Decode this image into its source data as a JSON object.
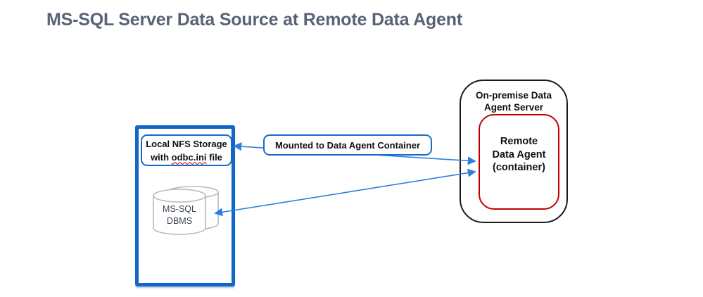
{
  "title": "MS-SQL Server Data Source at Remote Data Agent",
  "colors": {
    "title": "#5a6376",
    "box_blue": "#1266c6",
    "label_blue": "#1b6ac9",
    "arrow_blue": "#2f7de1",
    "red": "#c00000",
    "black": "#1a1a1a",
    "cylinder_stroke": "#b3bac4"
  },
  "nfs_box": {
    "line1": "Local NFS Storage",
    "line2_prefix": "with ",
    "line2_word": "odbc.ini",
    "line2_suffix": " file"
  },
  "dbms_cylinder": {
    "line1": "MS-SQL",
    "line2": "DBMS"
  },
  "mounted_label": "Mounted to Data Agent Container",
  "agent_server": {
    "lines": [
      "On-premise Data",
      "Agent Server"
    ]
  },
  "remote_agent": {
    "lines": [
      "Remote",
      "Data Agent",
      "(container)"
    ]
  }
}
